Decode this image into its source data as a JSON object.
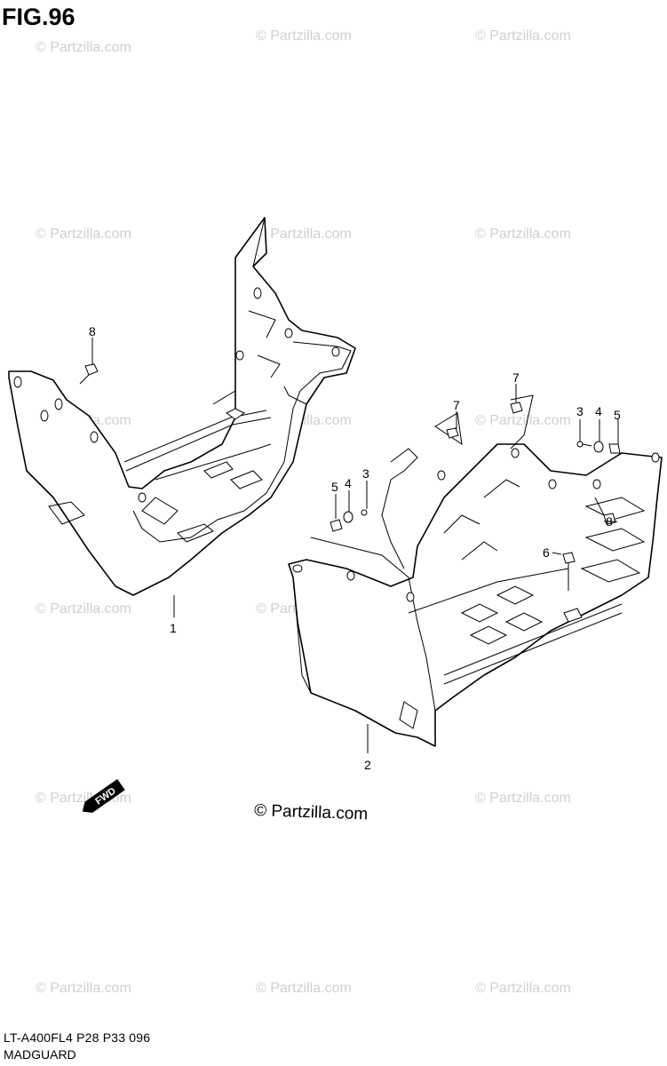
{
  "figure": {
    "title": "FIG.96",
    "copyright": "© Partzilla.com",
    "watermark": "© Partzilla.com",
    "fwd_label": "FWD"
  },
  "callouts": {
    "c1": "1",
    "c2": "2",
    "c3a": "3",
    "c3b": "3",
    "c4a": "4",
    "c4b": "4",
    "c5a": "5",
    "c5b": "5",
    "c6": "6",
    "c7a": "7",
    "c7b": "7",
    "c8a": "8",
    "c8b": "8"
  },
  "footer": {
    "code": "LT-A400FL4  P28  P33  096",
    "name": "MADGUARD"
  }
}
